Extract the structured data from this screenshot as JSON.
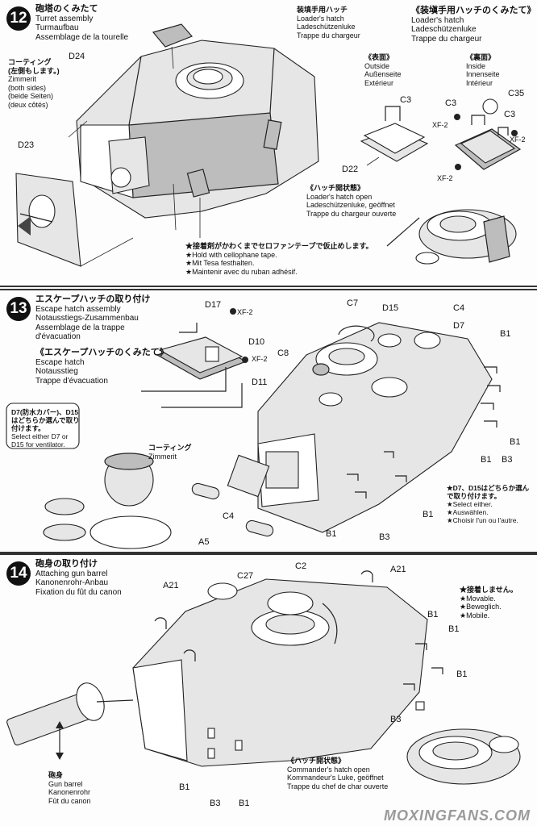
{
  "steps": [
    {
      "number": "12",
      "title_jp": "砲塔のくみたて",
      "title_en": "Turret assembly",
      "title_de": "Turmaufbau",
      "title_fr": "Assemblage de la tourelle",
      "loader_hatch": {
        "jp": "装填手用ハッチ",
        "en": "Loader's hatch",
        "de": "Ladeschützenluke",
        "fr": "Trappe du chargeur"
      },
      "loader_hatch_assembly": {
        "jp": "《装塡手用ハッチのくみたて》",
        "en": "Loader's hatch",
        "de": "Ladeschützenluke",
        "fr": "Trappe du chargeur"
      },
      "outside": {
        "jp": "《表面》",
        "en": "Outside",
        "de": "Außenseite",
        "fr": "Extérieur"
      },
      "inside": {
        "jp": "《裏面》",
        "en": "Inside",
        "de": "Innenseite",
        "fr": "Intérieur"
      },
      "coating": {
        "jp": "コーティング",
        "jp2": "(左側もします。)",
        "en": "Zimmerit",
        "en2": "(both sides)",
        "de": "(beide Seiten)",
        "fr": "(deux côtés)"
      },
      "hatch_open": {
        "jp": "《ハッチ開状態》",
        "en": "Loader's hatch open",
        "de": "Ladeschützenluke, geöffnet",
        "fr": "Trappe du chargeur ouverte"
      },
      "tape_note": {
        "jp": "★接着剤がかわくまでセロファンテープで仮止めします。",
        "en": "★Hold with cellophane tape.",
        "de": "★Mit Tesa festhalten.",
        "fr": "★Maintenir avec du ruban adhésif."
      },
      "parts": {
        "d24": "D24",
        "d23": "D23",
        "d22": "D22",
        "c3a": "C3",
        "c3b": "C3",
        "c3c": "C3",
        "c35": "C35",
        "xf2a": "XF-2",
        "xf2b": "XF-2",
        "xf2c": "XF-2"
      }
    },
    {
      "number": "13",
      "title_jp": "エスケープハッチの取り付け",
      "title_en": "Escape hatch assembly",
      "title_de": "Notausstiegs-Zusammenbau",
      "title_fr": "Assemblage de la trappe",
      "title_fr2": "d'évacuation",
      "sub": {
        "jp": "《エスケープハッチのくみたて》",
        "en": "Escape hatch",
        "de": "Notausstieg",
        "fr": "Trappe d'évacuation"
      },
      "bubble": {
        "jp1": "D7(防水カバー)、D15",
        "jp2": "はどちらか選んで取り",
        "jp3": "付けます。",
        "en1": "Select either D7 or",
        "en2": "D15 for ventilator."
      },
      "coating": {
        "jp": "コーティング",
        "en": "Zimmerit"
      },
      "select_note": {
        "jp1": "★D7、D15はどちらか選ん",
        "jp2": "で取り付けます。",
        "en": "★Select either.",
        "de": "★Auswählen.",
        "fr": "★Choisir l'un ou l'autre."
      },
      "parts": {
        "d17": "D17",
        "d10": "D10",
        "d11": "D11",
        "c7": "C7",
        "d15": "D15",
        "c4a": "C4",
        "c4b": "C4",
        "d7": "D7",
        "c8": "C8",
        "a5": "A5",
        "b1a": "B1",
        "b1b": "B1",
        "b1c": "B1",
        "b1d": "B1",
        "b1e": "B1",
        "b3a": "B3",
        "b3b": "B3",
        "xf2a": "XF-2",
        "xf2b": "XF-2"
      }
    },
    {
      "number": "14",
      "title_jp": "砲身の取り付け",
      "title_en": "Attaching gun barrel",
      "title_de": "Kanonenrohr-Anbau",
      "title_fr": "Fixation du fût du canon",
      "barrel": {
        "jp": "砲身",
        "en": "Gun barrel",
        "de": "Kanonenrohr",
        "fr": "Fût du canon"
      },
      "movable": {
        "jp": "★接着しません。",
        "en": "★Movable.",
        "de": "★Beweglich.",
        "fr": "★Mobile."
      },
      "hatch_open": {
        "jp": "《ハッチ開状態》",
        "en": "Commander's hatch open",
        "de": "Kommandeur's Luke, geöffnet",
        "fr": "Trappe du chef de char ouverte"
      },
      "parts": {
        "a21a": "A21",
        "a21b": "A21",
        "c27": "C27",
        "c2": "C2",
        "b1a": "B1",
        "b1b": "B1",
        "b1c": "B1",
        "b1d": "B1",
        "b1e": "B1",
        "b3a": "B3",
        "b3b": "B3"
      }
    }
  ],
  "watermark": "MOXINGFANS.COM"
}
